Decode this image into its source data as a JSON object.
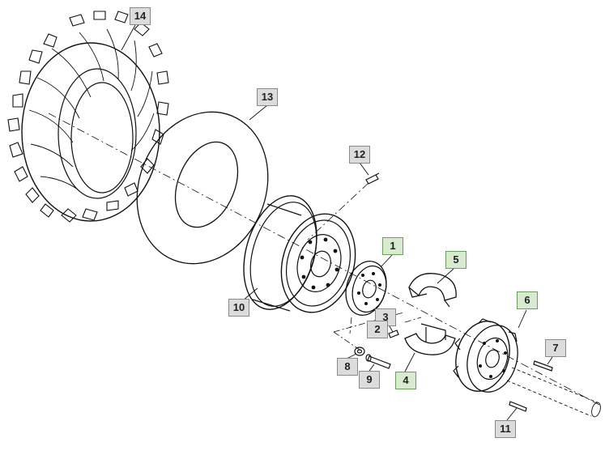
{
  "diagram": {
    "callouts": [
      {
        "id": "14",
        "label": "14",
        "highlight": false
      },
      {
        "id": "13",
        "label": "13",
        "highlight": false
      },
      {
        "id": "12",
        "label": "12",
        "highlight": false
      },
      {
        "id": "1",
        "label": "1",
        "highlight": true
      },
      {
        "id": "5",
        "label": "5",
        "highlight": true
      },
      {
        "id": "10",
        "label": "10",
        "highlight": false
      },
      {
        "id": "3",
        "label": "3",
        "highlight": false
      },
      {
        "id": "2",
        "label": "2",
        "highlight": false
      },
      {
        "id": "6",
        "label": "6",
        "highlight": true
      },
      {
        "id": "7",
        "label": "7",
        "highlight": false
      },
      {
        "id": "8",
        "label": "8",
        "highlight": false
      },
      {
        "id": "9",
        "label": "9",
        "highlight": false
      },
      {
        "id": "4",
        "label": "4",
        "highlight": true
      },
      {
        "id": "11",
        "label": "11",
        "highlight": false
      }
    ],
    "colors": {
      "line": "#111111",
      "callout_fill": "#dcdcdc",
      "callout_border": "#8a8a8a",
      "highlight_fill": "#d8ead0",
      "highlight_border": "#6f9d5a"
    }
  }
}
